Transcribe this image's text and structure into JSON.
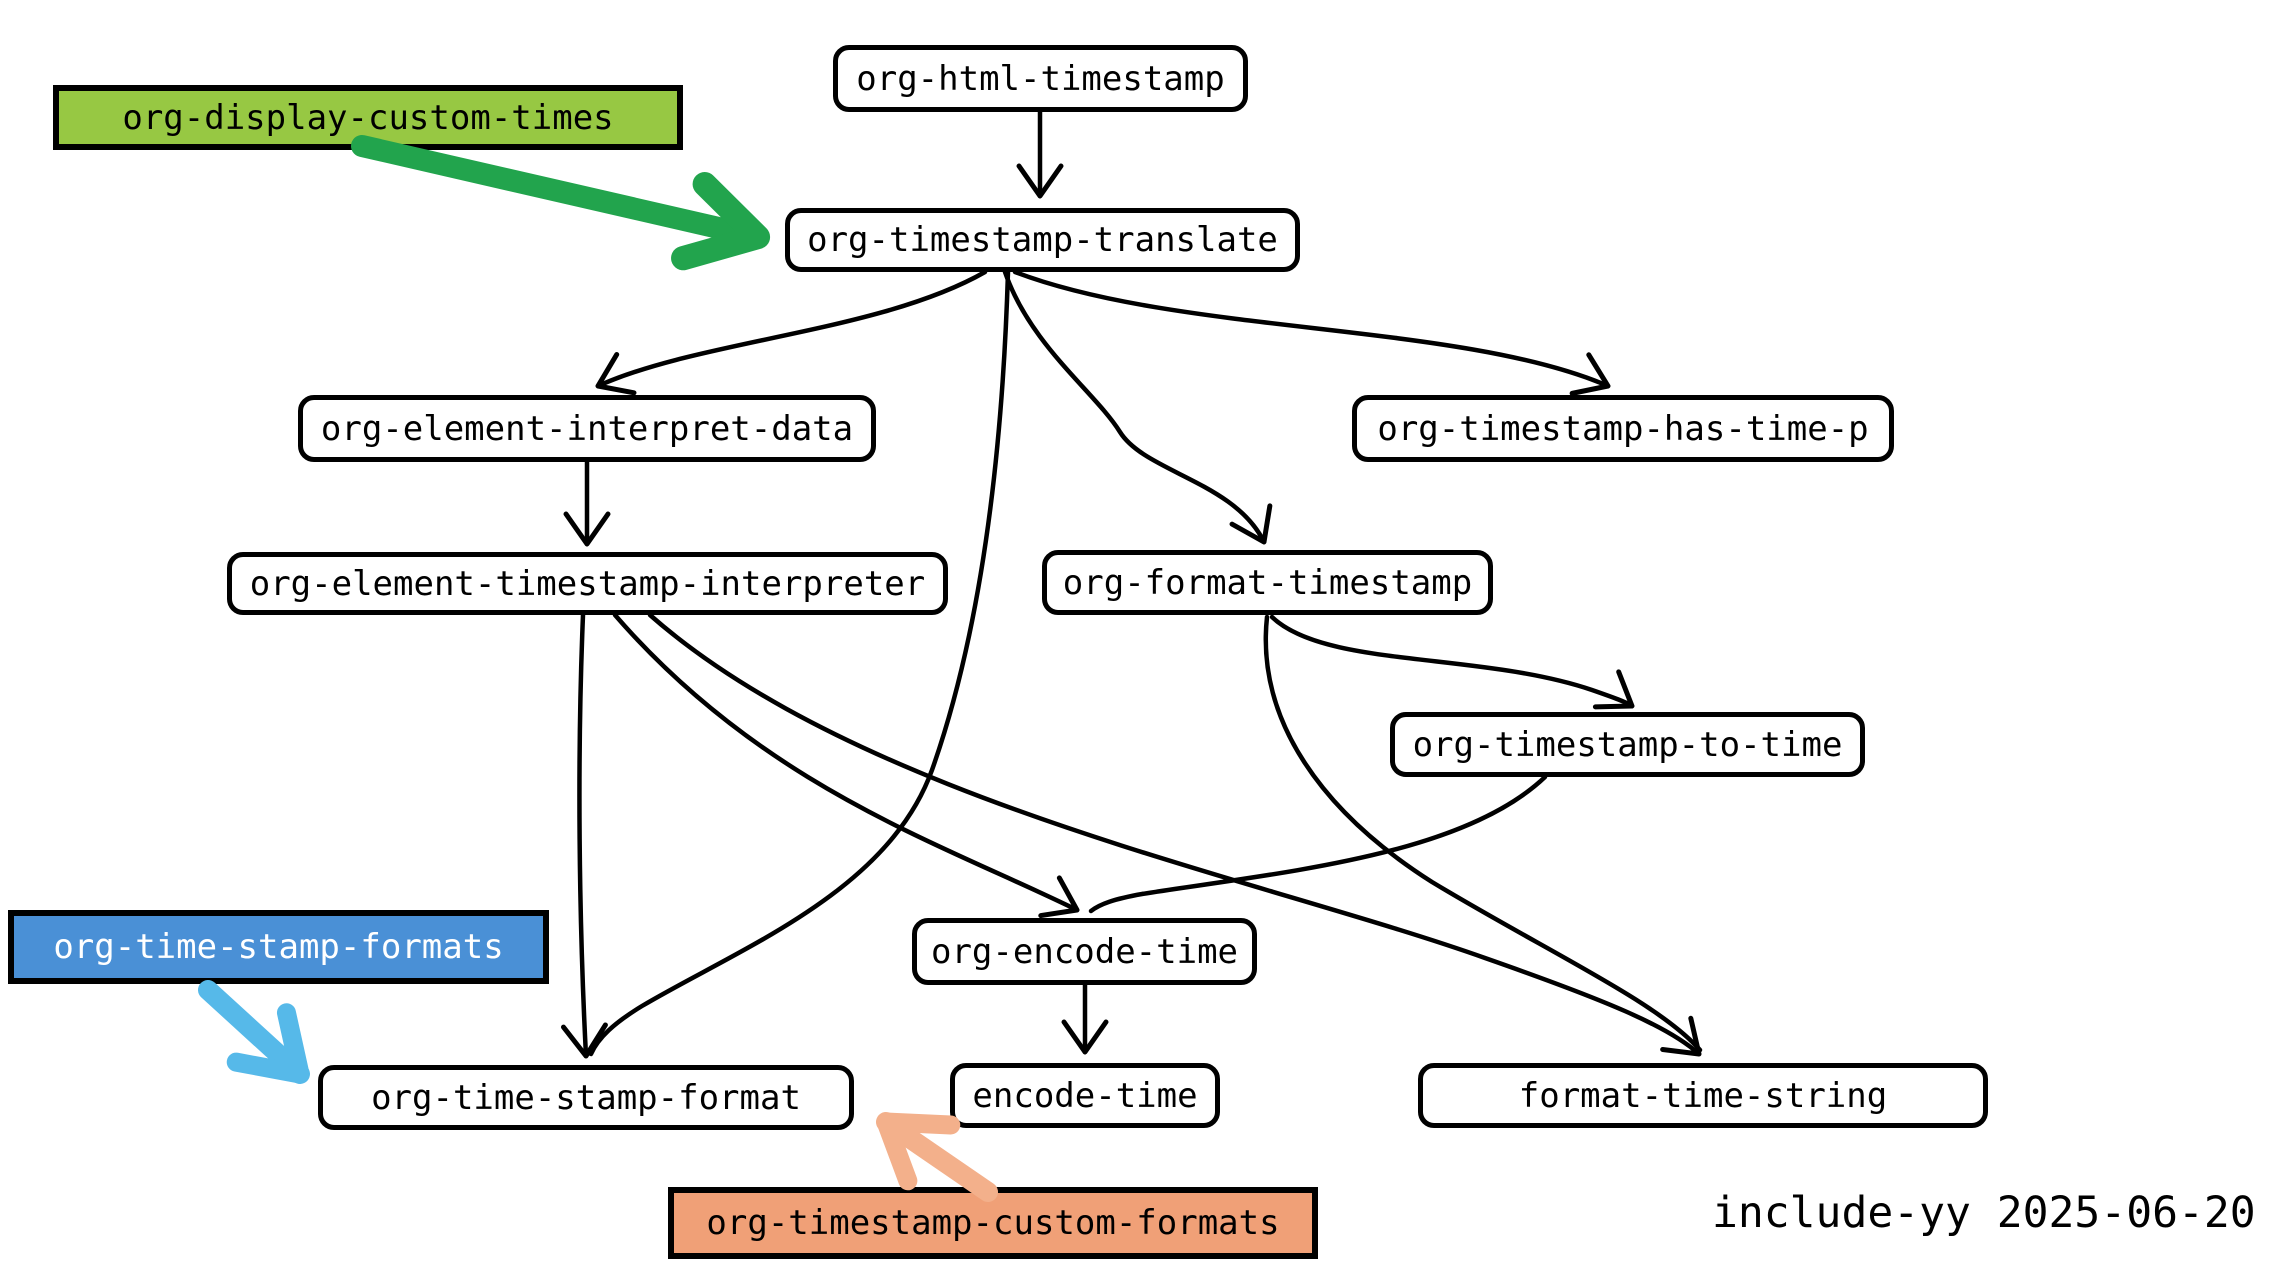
{
  "diagram": {
    "caption": "include-yy 2025-06-20",
    "nodes": {
      "org-html-timestamp": "org-html-timestamp",
      "org-timestamp-translate": "org-timestamp-translate",
      "org-element-interpret-data": "org-element-interpret-data",
      "org-timestamp-has-time-p": "org-timestamp-has-time-p",
      "org-element-timestamp-interpreter": "org-element-timestamp-interpreter",
      "org-format-timestamp": "org-format-timestamp",
      "org-timestamp-to-time": "org-timestamp-to-time",
      "org-encode-time": "org-encode-time",
      "org-time-stamp-format": "org-time-stamp-format",
      "encode-time": "encode-time",
      "format-time-string": "format-time-string"
    },
    "annotations": {
      "green": {
        "label": "org-display-custom-times",
        "box_color": "#97C843",
        "arrow_color": "#22A44D",
        "target": "org-timestamp-translate"
      },
      "blue": {
        "label": "org-time-stamp-formats",
        "box_color": "#4A90D6",
        "arrow_color": "#56B9E9",
        "target": "org-time-stamp-format"
      },
      "orange": {
        "label": "org-timestamp-custom-formats",
        "box_color": "#F0A077",
        "arrow_color": "#F3B08B",
        "target": "org-time-stamp-format"
      }
    },
    "edges": [
      [
        "org-html-timestamp",
        "org-timestamp-translate"
      ],
      [
        "org-timestamp-translate",
        "org-element-interpret-data"
      ],
      [
        "org-timestamp-translate",
        "org-timestamp-has-time-p"
      ],
      [
        "org-timestamp-translate",
        "org-format-timestamp"
      ],
      [
        "org-timestamp-translate",
        "org-time-stamp-format"
      ],
      [
        "org-element-interpret-data",
        "org-element-timestamp-interpreter"
      ],
      [
        "org-element-timestamp-interpreter",
        "org-time-stamp-format"
      ],
      [
        "org-element-timestamp-interpreter",
        "org-encode-time"
      ],
      [
        "org-element-timestamp-interpreter",
        "format-time-string"
      ],
      [
        "org-format-timestamp",
        "org-timestamp-to-time"
      ],
      [
        "org-format-timestamp",
        "format-time-string"
      ],
      [
        "org-timestamp-to-time",
        "org-encode-time"
      ],
      [
        "org-encode-time",
        "encode-time"
      ]
    ],
    "edge_color": "#000000"
  }
}
